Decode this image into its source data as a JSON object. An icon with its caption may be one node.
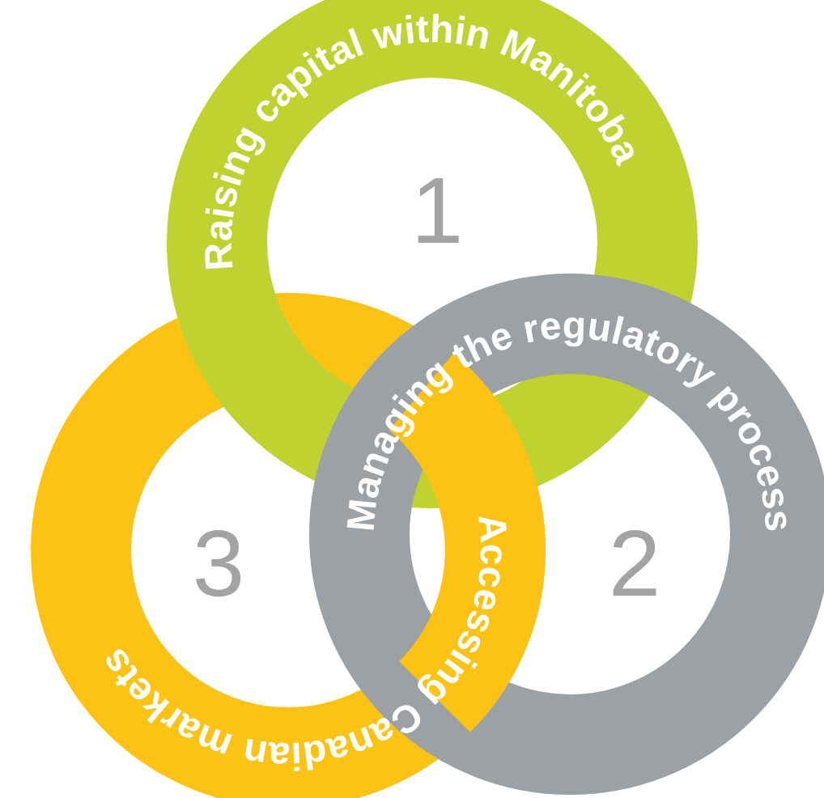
{
  "diagram": {
    "nodes": [
      {
        "text": [
          "Raising capital within Manitoba",
          "1"
        ]
      },
      {
        "text": [
          "Managing the regulatory process",
          "2"
        ]
      },
      {
        "text": [
          "Accessing Canadian markets",
          "3"
        ]
      }
    ]
  }
}
